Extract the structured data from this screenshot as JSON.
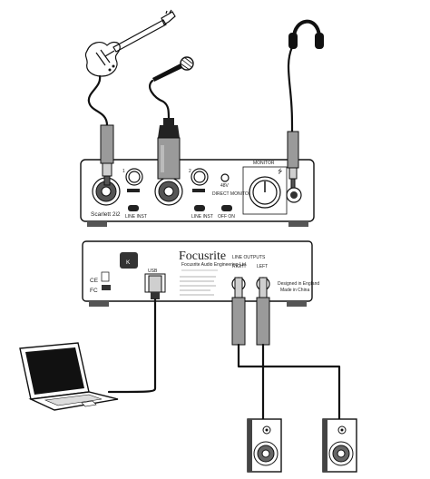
{
  "front_panel": {
    "model_label": "Scarlett 2i2",
    "monitor_label": "MONITOR",
    "inst_label": "LINE INST",
    "phantom_label": "48V",
    "direct_monitor_label": "DIRECT MONITOR",
    "off_on_label": "OFF ON",
    "gain_1": "1",
    "gain_2": "2"
  },
  "rear_panel": {
    "brand": "Focusrite",
    "tagline": "Focusrite Audio Engineering Ltd.",
    "usb_label": "USB",
    "line_outputs_label": "LINE OUTPUTS",
    "right_label": "RIGHT",
    "left_label": "LEFT",
    "ce_mark": "CE",
    "fcc_mark": "FC",
    "origin_text": "Designed in England",
    "origin_text_2": "Made in China"
  },
  "colors": {
    "stroke": "#111111",
    "plug_grey": "#9a9a9a",
    "background": "#ffffff"
  },
  "devices": [
    {
      "icon": "electric-guitar-icon"
    },
    {
      "icon": "microphone-icon"
    },
    {
      "icon": "headphones-icon"
    },
    {
      "icon": "laptop-icon"
    },
    {
      "icon": "speaker-icon"
    },
    {
      "icon": "speaker-icon"
    }
  ]
}
